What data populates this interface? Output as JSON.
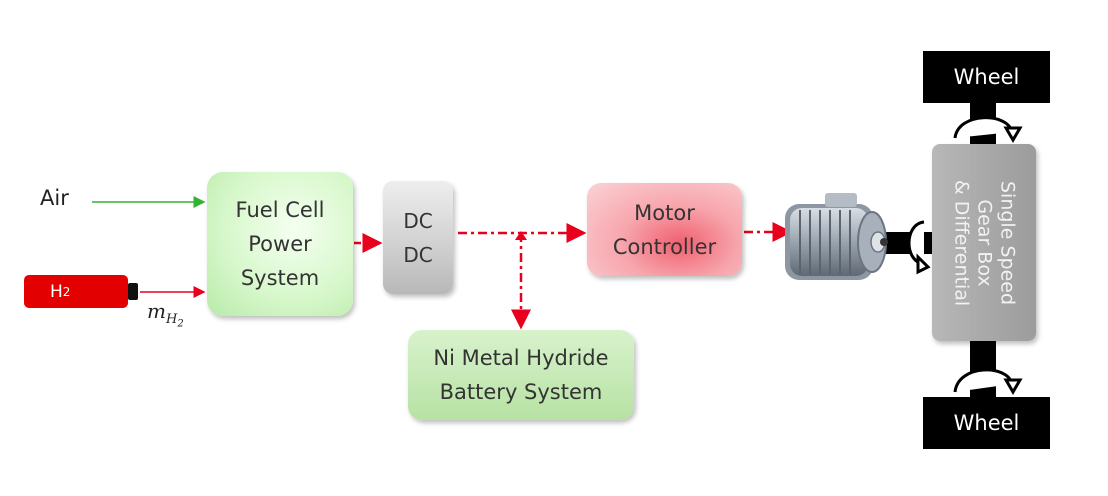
{
  "inputs": {
    "air_label": "Air",
    "h2_tank_label": "H",
    "h2_tank_sub": "2",
    "mass_flow_symbol": "m",
    "mass_flow_sub": "H",
    "mass_flow_subsub": "2"
  },
  "blocks": {
    "fuel_cell": [
      "Fuel Cell",
      "Power",
      "System"
    ],
    "dcdc": [
      "DC",
      "DC"
    ],
    "motor_controller": [
      "Motor",
      "Controller"
    ],
    "battery": [
      "Ni Metal Hydride",
      "Battery System"
    ],
    "gearbox": [
      "Single Speed",
      "Gear Box",
      "& Differential"
    ]
  },
  "wheels": {
    "top": "Wheel",
    "bottom": "Wheel"
  },
  "colors": {
    "air_arrow": "#34b233",
    "electric_arrow": "#e8001c",
    "h2_tank": "#e30000",
    "wheel": "#000000"
  },
  "icons": {
    "motor": "electric-motor-icon",
    "rotation": "rotation-arrow-icon"
  }
}
